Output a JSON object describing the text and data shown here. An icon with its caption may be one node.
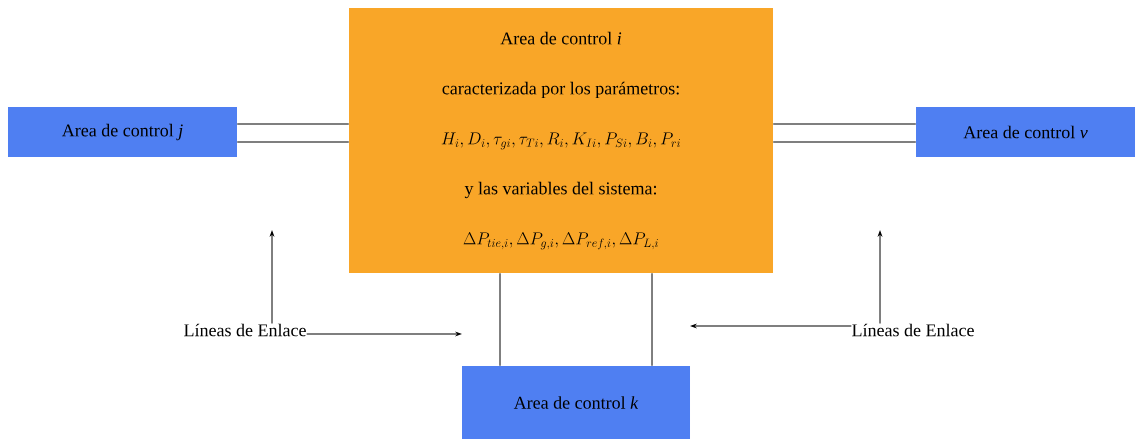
{
  "diagram": {
    "nodes": [
      {
        "text": [
          "Area de control *i*",
          "caracterizada por los parámetros:",
          "H_i, D_i, \\tau_{gi}, \\tau_{Ti}, R_i, K_{Ii}, P_{Si}, B_i, P_{ri}",
          "y las variables del sistema:",
          "\\Delta P_{tie,i}, \\Delta P_{g,i}, \\Delta P_{ref,i}, \\Delta P_{L,i}"
        ]
      },
      {
        "text": [
          "Area de control *j*"
        ]
      },
      {
        "text": [
          "Area de control *v*"
        ]
      },
      {
        "text": [
          "Area de control *k*"
        ]
      },
      {
        "text": [
          "Líneas de Enlace"
        ]
      },
      {
        "text": [
          "Líneas de Enlace"
        ]
      }
    ],
    "edges": [
      {
        "from": 1,
        "to": 0,
        "arrow": "none"
      },
      {
        "from": 1,
        "to": 0,
        "arrow": "none"
      },
      {
        "from": 0,
        "to": 2,
        "arrow": "none"
      },
      {
        "from": 0,
        "to": 2,
        "arrow": "none"
      },
      {
        "from": 0,
        "to": 3,
        "arrow": "none"
      },
      {
        "from": 0,
        "to": 3,
        "arrow": "none"
      },
      {
        "from": 4,
        "to": null,
        "arrow": "to"
      },
      {
        "from": 4,
        "to": null,
        "arrow": "to"
      },
      {
        "from": 5,
        "to": null,
        "arrow": "to"
      },
      {
        "from": 5,
        "to": null,
        "arrow": "to"
      }
    ]
  }
}
